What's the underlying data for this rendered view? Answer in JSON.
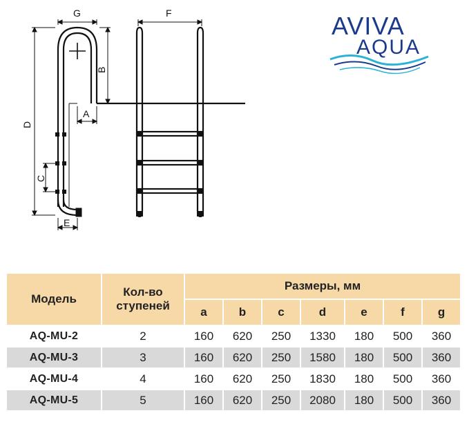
{
  "logo": {
    "text_top": "AVIVA",
    "text_bottom": "AQUA",
    "color_primary": "#1b3a8c",
    "color_accent": "#2bb3d6"
  },
  "diagram": {
    "labels": {
      "g": "G",
      "f": "F",
      "b": "B",
      "a": "A",
      "d": "D",
      "c": "C",
      "e": "E"
    }
  },
  "table": {
    "col_model": "Модель",
    "col_steps": "Кол-во ступеней",
    "col_dims": "Размеры, мм",
    "dim_headers": [
      "a",
      "b",
      "c",
      "d",
      "e",
      "f",
      "g"
    ],
    "rows": [
      {
        "model": "AQ-MU-2",
        "steps": "2",
        "dims": [
          "160",
          "620",
          "250",
          "1330",
          "180",
          "500",
          "360"
        ]
      },
      {
        "model": "AQ-MU-3",
        "steps": "3",
        "dims": [
          "160",
          "620",
          "250",
          "1580",
          "180",
          "500",
          "360"
        ]
      },
      {
        "model": "AQ-MU-4",
        "steps": "4",
        "dims": [
          "160",
          "620",
          "250",
          "1830",
          "180",
          "500",
          "360"
        ]
      },
      {
        "model": "AQ-MU-5",
        "steps": "5",
        "dims": [
          "160",
          "620",
          "250",
          "2080",
          "180",
          "500",
          "360"
        ]
      }
    ],
    "colors": {
      "header_bg": "#f7d9a7",
      "row_alt_bg": "#d9d9da"
    }
  }
}
